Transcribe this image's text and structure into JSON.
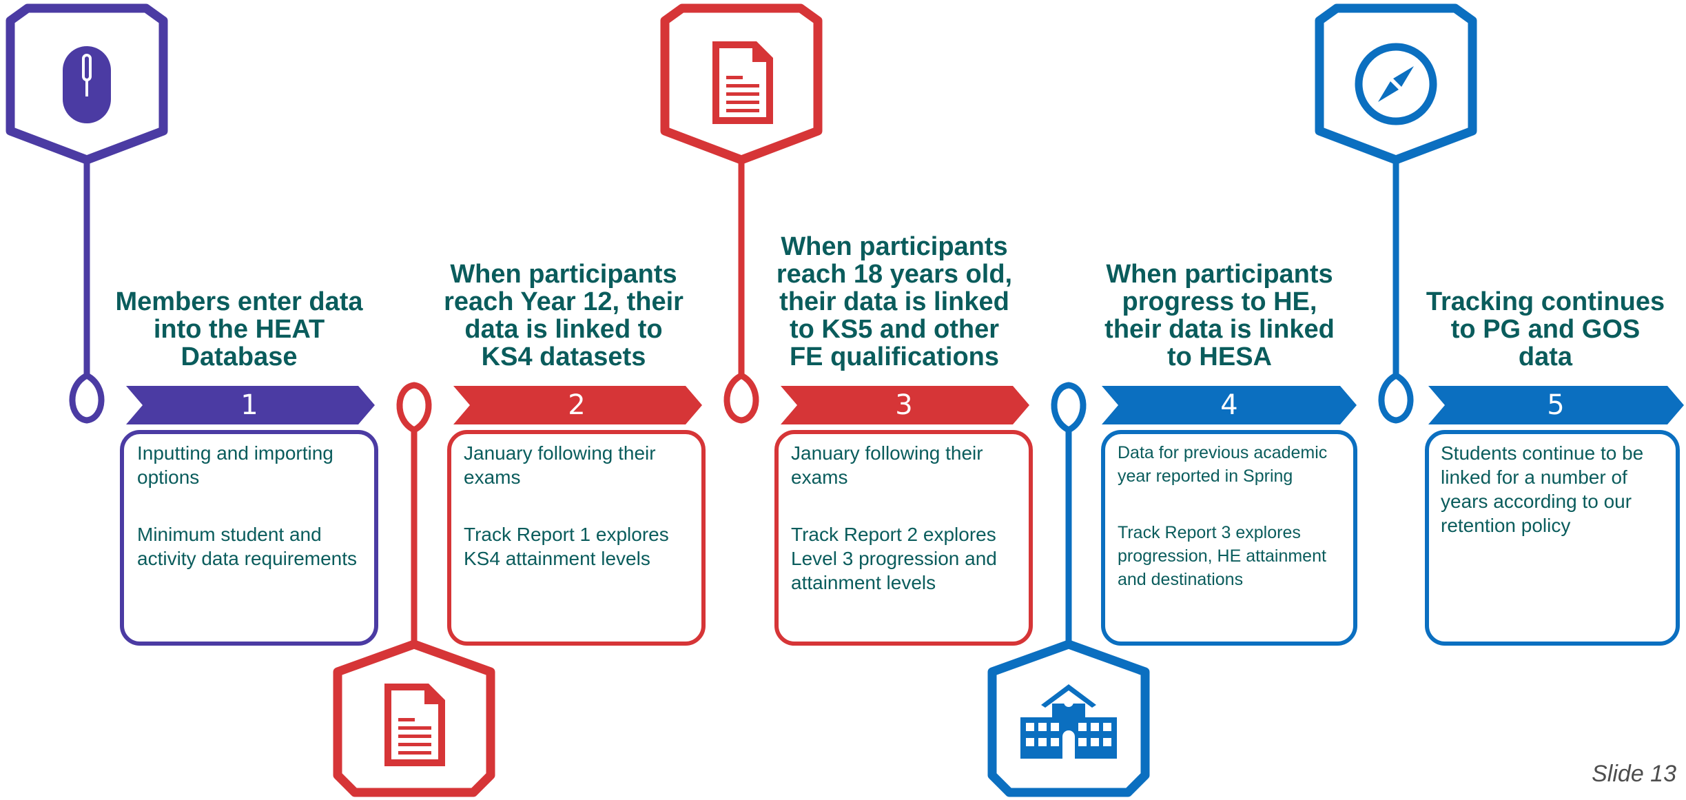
{
  "colors": {
    "purple": "#4b3ba3",
    "red": "#d63537",
    "blue": "#0b6fc0",
    "teal_text": "#0a5c5c"
  },
  "steps": [
    {
      "number": "1",
      "heading": "Members enter data into the HEAT Database",
      "paragraphs": [
        "Inputting and importing options",
        "Minimum student and activity data requirements"
      ],
      "icon": "mouse-icon",
      "color": "purple"
    },
    {
      "number": "2",
      "heading": "When participants reach Year 12, their data is linked to KS4 datasets",
      "paragraphs": [
        "January following their exams",
        "Track Report 1 explores KS4 attainment levels"
      ],
      "icon": "document-icon",
      "color": "red"
    },
    {
      "number": "3",
      "heading": "When participants reach 18 years old, their data is linked to KS5 and other FE qualifications",
      "paragraphs": [
        "January following their exams",
        "Track Report 2 explores Level 3 progression and attainment levels"
      ],
      "icon": "document-icon",
      "color": "red"
    },
    {
      "number": "4",
      "heading": "When participants progress to HE, their data is linked to HESA",
      "paragraphs": [
        "Data for previous academic year reported in Spring",
        "Track Report 3 explores progression, HE attainment and destinations"
      ],
      "icon": "school-building-icon",
      "color": "blue"
    },
    {
      "number": "5",
      "heading": "Tracking continues to PG and GOS data",
      "paragraphs": [
        "Students continue to be linked for a number of years according to our retention policy"
      ],
      "icon": "compass-icon",
      "color": "blue"
    }
  ],
  "footer": {
    "slide_label": "Slide 13"
  }
}
